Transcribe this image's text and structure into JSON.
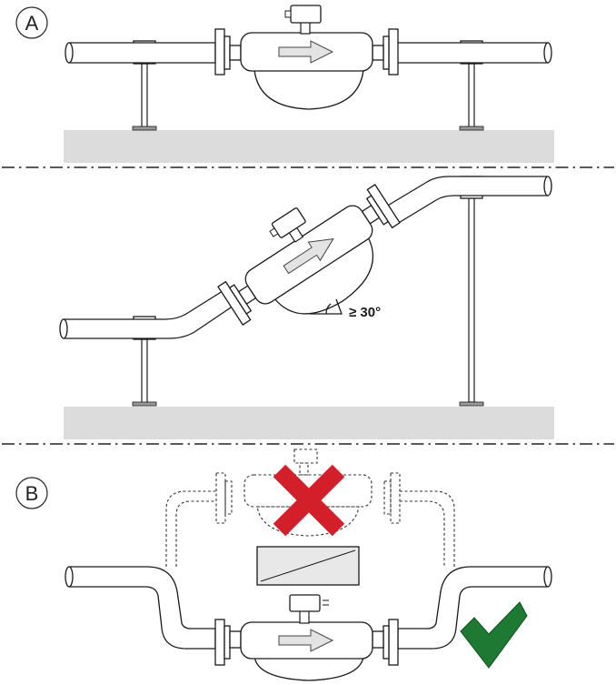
{
  "labels": {
    "section_a": "A",
    "section_b": "B"
  },
  "angle_label": "≥ 30°",
  "colors": {
    "floor": "#dcdcdc",
    "arrow": "#e3e3e3",
    "cross": "#d21f2a",
    "check": "#1e7a32",
    "transmitter": "#e8e8e8"
  },
  "icons": [
    "flow-arrow-icon",
    "cross-icon",
    "check-icon",
    "transmitter-icon",
    "angle-icon"
  ]
}
